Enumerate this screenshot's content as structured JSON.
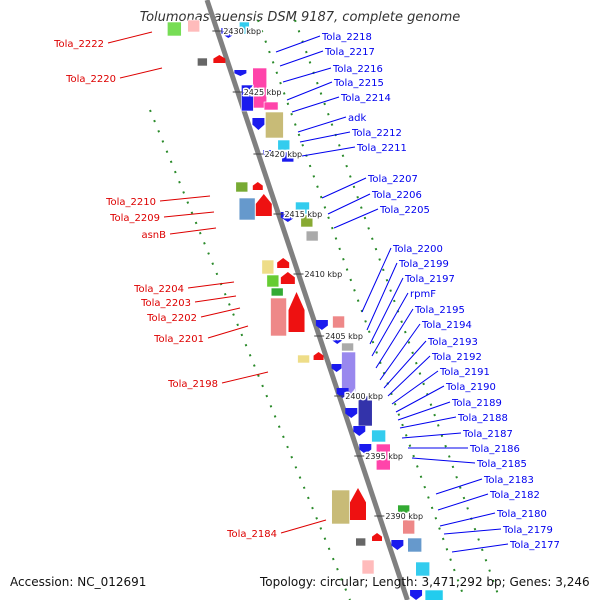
{
  "title": "Tolumonas auensis DSM 9187, complete genome",
  "footer": {
    "accession": "Accession: NC_012691",
    "topology": "Topology: circular; Length: 3,471,292 bp; Genes: 3,246"
  },
  "colors": {
    "backbone": "#808080",
    "guide": "#2a8a2a",
    "forward_label": "#0000ee",
    "reverse_label": "#dd0000"
  },
  "ticks": [
    "2430 kbp",
    "2425 kbp",
    "2420 kbp",
    "2415 kbp",
    "2410 kbp",
    "2405 kbp",
    "2400 kbp",
    "2395 kbp",
    "2390 kbp"
  ],
  "forward_labels": [
    "Tola_2218",
    "Tola_2217",
    "Tola_2216",
    "Tola_2215",
    "Tola_2214",
    "adk",
    "Tola_2212",
    "Tola_2211",
    "Tola_2207",
    "Tola_2206",
    "Tola_2205",
    "Tola_2200",
    "Tola_2199",
    "Tola_2197",
    "rpmF",
    "Tola_2195",
    "Tola_2194",
    "Tola_2193",
    "Tola_2192",
    "Tola_2191",
    "Tola_2190",
    "Tola_2189",
    "Tola_2188",
    "Tola_2187",
    "Tola_2186",
    "Tola_2185",
    "Tola_2183",
    "Tola_2182",
    "Tola_2180",
    "Tola_2179",
    "Tola_2177"
  ],
  "reverse_labels": [
    "Tola_2222",
    "Tola_2220",
    "Tola_2210",
    "Tola_2209",
    "asnB",
    "Tola_2204",
    "Tola_2203",
    "Tola_2202",
    "Tola_2201",
    "Tola_2198",
    "Tola_2184"
  ]
}
